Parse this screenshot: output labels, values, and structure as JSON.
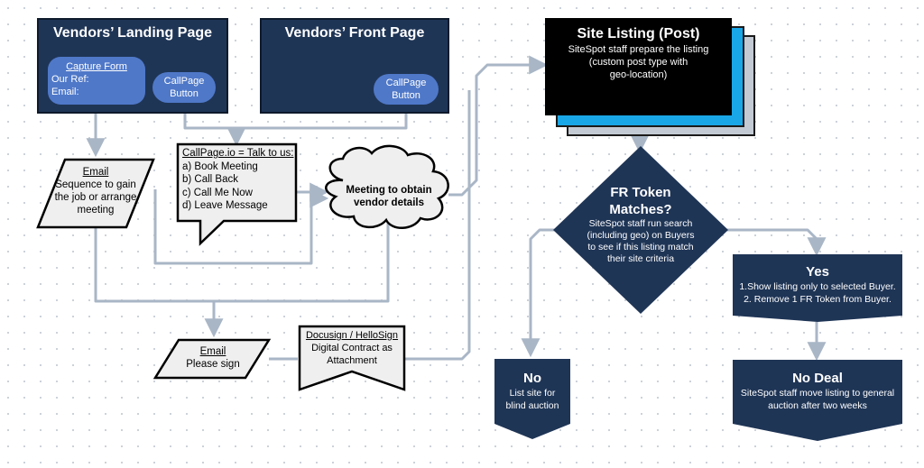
{
  "landing": {
    "title": "Vendors’ Landing Page",
    "form_title": "Capture Form",
    "form_ref": "Our Ref:",
    "form_email": "Email:",
    "callpage_line1": "CallPage",
    "callpage_line2": "Button"
  },
  "front": {
    "title": "Vendors’ Front Page",
    "callpage_line1": "CallPage",
    "callpage_line2": "Button"
  },
  "email1": {
    "title": "Email",
    "lines": [
      "Sequence to gain",
      "the job or arrange",
      "meeting"
    ]
  },
  "callout": {
    "title": "CallPage.io = Talk to us:",
    "items": [
      "a) Book Meeting",
      "b) Call Back",
      "c) Call Me Now",
      "d) Leave Message"
    ]
  },
  "meeting": {
    "line1": "Meeting to obtain",
    "line2": "vendor details"
  },
  "email2": {
    "title": "Email",
    "line": "Please sign"
  },
  "docusign": {
    "title": "Docusign / HelloSign",
    "line1": "Digital Contract as",
    "line2": "Attachment"
  },
  "listing": {
    "title": "Site Listing (Post)",
    "lines": [
      "SiteSpot staff prepare the listing",
      "(custom post type with",
      "geo-location)"
    ]
  },
  "decision": {
    "title1": "FR Token",
    "title2": "Matches?",
    "lines": [
      "SiteSpot staff run search",
      "(including geo) on Buyers",
      "to see if this listing match",
      "their site criteria"
    ]
  },
  "yes": {
    "title": "Yes",
    "line1": "1.Show listing only to selected Buyer.",
    "line2": "2. Remove 1 FR Token from Buyer."
  },
  "no": {
    "title": "No",
    "line1": "List site for",
    "line2": "blind auction"
  },
  "nodeal": {
    "title": "No Deal",
    "line1": "SiteSpot  staff move listing to general",
    "line2": "auction after two weeks"
  },
  "colors": {
    "navy": "#1f3556",
    "pill_blue": "#4f78c8",
    "cyan": "#1aa7e8",
    "connector": "#a9b6c6"
  }
}
